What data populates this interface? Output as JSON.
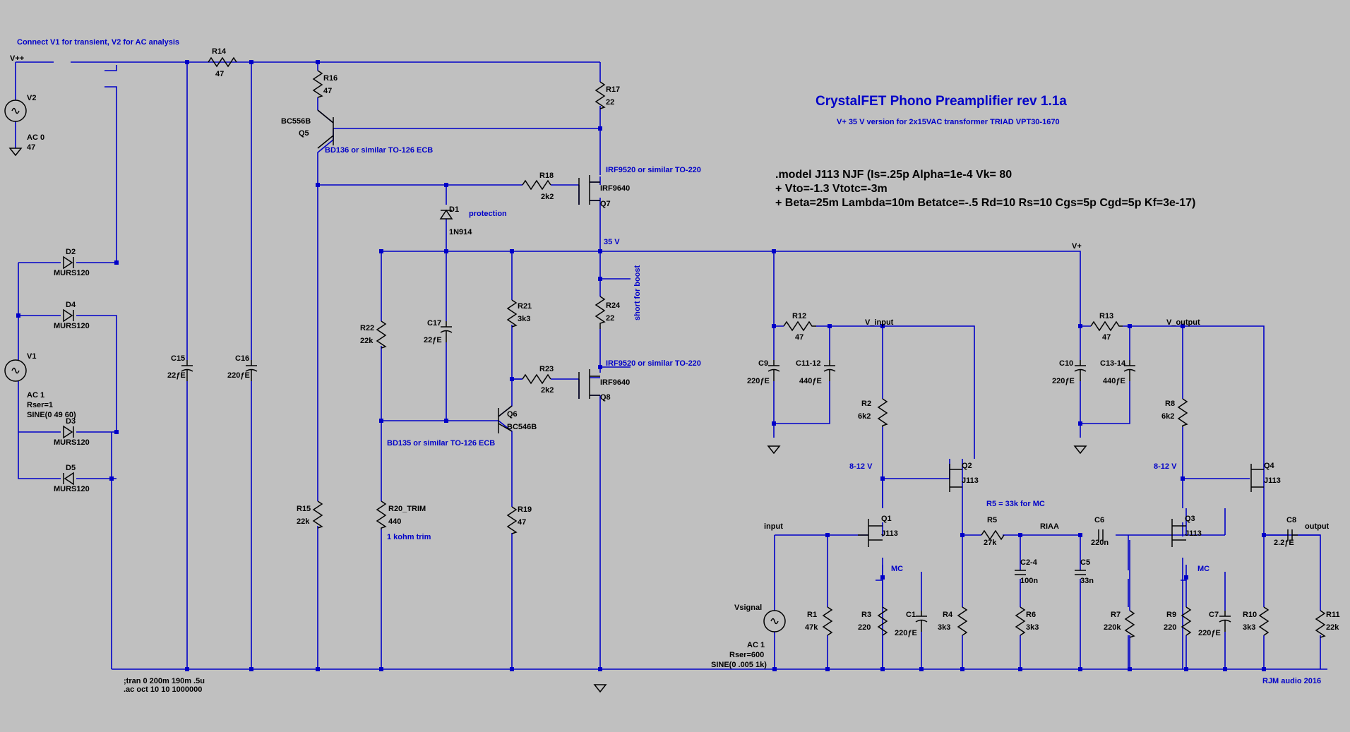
{
  "title": "CrystalFET Phono Preamplifier rev 1.1a",
  "subtitle": "V+ 35 V version for 2x15VAC transformer TRIAD VPT30-1670",
  "model": [
    ".model J113 NJF (Is=.25p Alpha=1e-4 Vk= 80",
    "+ Vto=-1.3 Vtotc=-3m",
    "+ Beta=25m Lambda=10m Betatce=-.5 Rd=10 Rs=10 Cgs=5p Cgd=5p Kf=3e-17)"
  ],
  "notes": {
    "connect": "Connect V1 for transient, V2 for AC analysis",
    "tran": ";tran 0 200m 190m .5u",
    "ac": ".ac oct 10 10 1000000",
    "credit": "RJM audio 2016",
    "bd136": "BD136 or similar TO-126 ECB",
    "bd135": "BD135 or similar TO-126 ECB",
    "irf_top": "IRF9520 or similar TO-220",
    "irf_mid": "IRF9520 or similar TO-220",
    "protection": "protection",
    "short_boost": "short for boost",
    "trim": "1 kohm trim",
    "r5_mc": "R5 = 33k for MC",
    "mc1": "MC",
    "mc2": "MC",
    "v_8_12_a": "8-12 V",
    "v_8_12_b": "8-12 V"
  },
  "nets": {
    "vpp": "V++",
    "vplus": "V+",
    "v35": "35 V",
    "v_input": "V_input",
    "v_output": "V_output",
    "input": "input",
    "output": "output",
    "riaa": "RIAA"
  },
  "sources": {
    "v2": {
      "name": "V2",
      "l1": "AC 0",
      "l2": "47"
    },
    "v1": {
      "name": "V1",
      "l1": "AC 1",
      "l2": "Rser=1",
      "l3": "SINE(0 49 60)"
    },
    "vsig": {
      "name": "Vsignal",
      "l1": "AC 1",
      "l2": "Rser=600",
      "l3": "SINE(0 .005 1k)"
    }
  },
  "parts": {
    "R14": {
      "ref": "R14",
      "val": "47"
    },
    "R16": {
      "ref": "R16",
      "val": "47"
    },
    "R17": {
      "ref": "R17",
      "val": "22"
    },
    "R18": {
      "ref": "R18",
      "val": "2k2"
    },
    "R21": {
      "ref": "R21",
      "val": "3k3"
    },
    "R22": {
      "ref": "R22",
      "val": "22k"
    },
    "R23": {
      "ref": "R23",
      "val": "2k2"
    },
    "R24": {
      "ref": "R24",
      "val": "22"
    },
    "R15": {
      "ref": "R15",
      "val": "22k"
    },
    "R20": {
      "ref": "R20_TRIM",
      "val": "440"
    },
    "R19": {
      "ref": "R19",
      "val": "47"
    },
    "R12": {
      "ref": "R12",
      "val": "47"
    },
    "R13": {
      "ref": "R13",
      "val": "47"
    },
    "R2": {
      "ref": "R2",
      "val": "6k2"
    },
    "R8": {
      "ref": "R8",
      "val": "6k2"
    },
    "R5": {
      "ref": "R5",
      "val": "27k"
    },
    "R1": {
      "ref": "R1",
      "val": "47k"
    },
    "R3": {
      "ref": "R3",
      "val": "220"
    },
    "R4": {
      "ref": "R4",
      "val": "3k3"
    },
    "R6": {
      "ref": "R6",
      "val": "3k3"
    },
    "R7": {
      "ref": "R7",
      "val": "220k"
    },
    "R9": {
      "ref": "R9",
      "val": "220"
    },
    "R10": {
      "ref": "R10",
      "val": "3k3"
    },
    "R11": {
      "ref": "R11",
      "val": "22k"
    },
    "C15": {
      "ref": "C15",
      "val": "22ƒE"
    },
    "C16": {
      "ref": "C16",
      "val": "220ƒE"
    },
    "C17": {
      "ref": "C17",
      "val": "22ƒE"
    },
    "C9": {
      "ref": "C9",
      "val": "220ƒE"
    },
    "C11": {
      "ref": "C11-12",
      "val": "440ƒE"
    },
    "C10": {
      "ref": "C10",
      "val": "220ƒE"
    },
    "C13": {
      "ref": "C13-14",
      "val": "440ƒE"
    },
    "C1": {
      "ref": "C1",
      "val": "220ƒE"
    },
    "C2": {
      "ref": "C2-4",
      "val": "100n"
    },
    "C5": {
      "ref": "C5",
      "val": "33n"
    },
    "C6": {
      "ref": "C6",
      "val": "220n"
    },
    "C7": {
      "ref": "C7",
      "val": "220ƒE"
    },
    "C8": {
      "ref": "C8",
      "val": "2.2ƒE"
    },
    "D1": {
      "ref": "D1",
      "val": "1N914"
    },
    "D2": {
      "ref": "D2",
      "val": "MURS120"
    },
    "D3": {
      "ref": "D3",
      "val": "MURS120"
    },
    "D4": {
      "ref": "D4",
      "val": "MURS120"
    },
    "D5": {
      "ref": "D5",
      "val": "MURS120"
    },
    "Q5": {
      "ref": "Q5",
      "val": "BC556B"
    },
    "Q6": {
      "ref": "Q6",
      "val": "BC546B"
    },
    "Q7": {
      "ref": "Q7",
      "val": "IRF9640"
    },
    "Q8": {
      "ref": "Q8",
      "val": "IRF9640"
    },
    "Q1": {
      "ref": "Q1",
      "val": "J113"
    },
    "Q2": {
      "ref": "Q2",
      "val": "J113"
    },
    "Q3": {
      "ref": "Q3",
      "val": "J113"
    },
    "Q4": {
      "ref": "Q4",
      "val": "J113"
    }
  }
}
